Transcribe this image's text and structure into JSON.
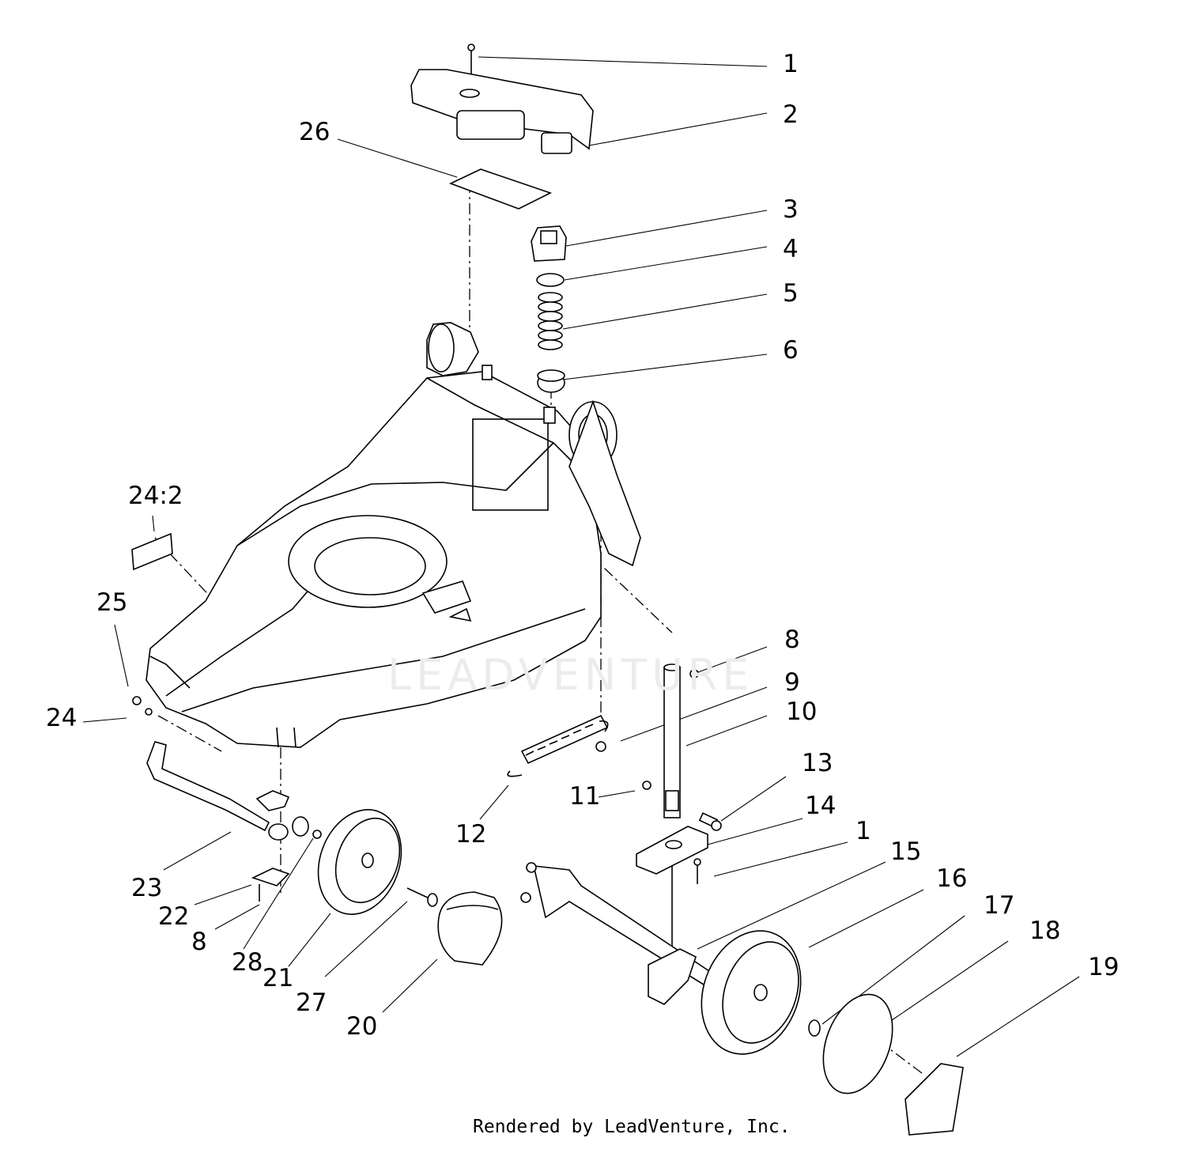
{
  "callouts": {
    "c1a": "1",
    "c2": "2",
    "c3": "3",
    "c4": "4",
    "c5": "5",
    "c6": "6",
    "c26": "26",
    "c24_2": "24:2",
    "c25": "25",
    "c24": "24",
    "c8a": "8",
    "c9": "9",
    "c10": "10",
    "c13": "13",
    "c11": "11",
    "c14": "14",
    "c1b": "1",
    "c15": "15",
    "c12": "12",
    "c16": "16",
    "c17": "17",
    "c18": "18",
    "c19": "19",
    "c23": "23",
    "c22": "22",
    "c8b": "8",
    "c28": "28",
    "c21": "21",
    "c27": "27",
    "c20": "20"
  },
  "watermark": "LEADVENTURE",
  "footer": "Rendered by LeadVenture, Inc."
}
